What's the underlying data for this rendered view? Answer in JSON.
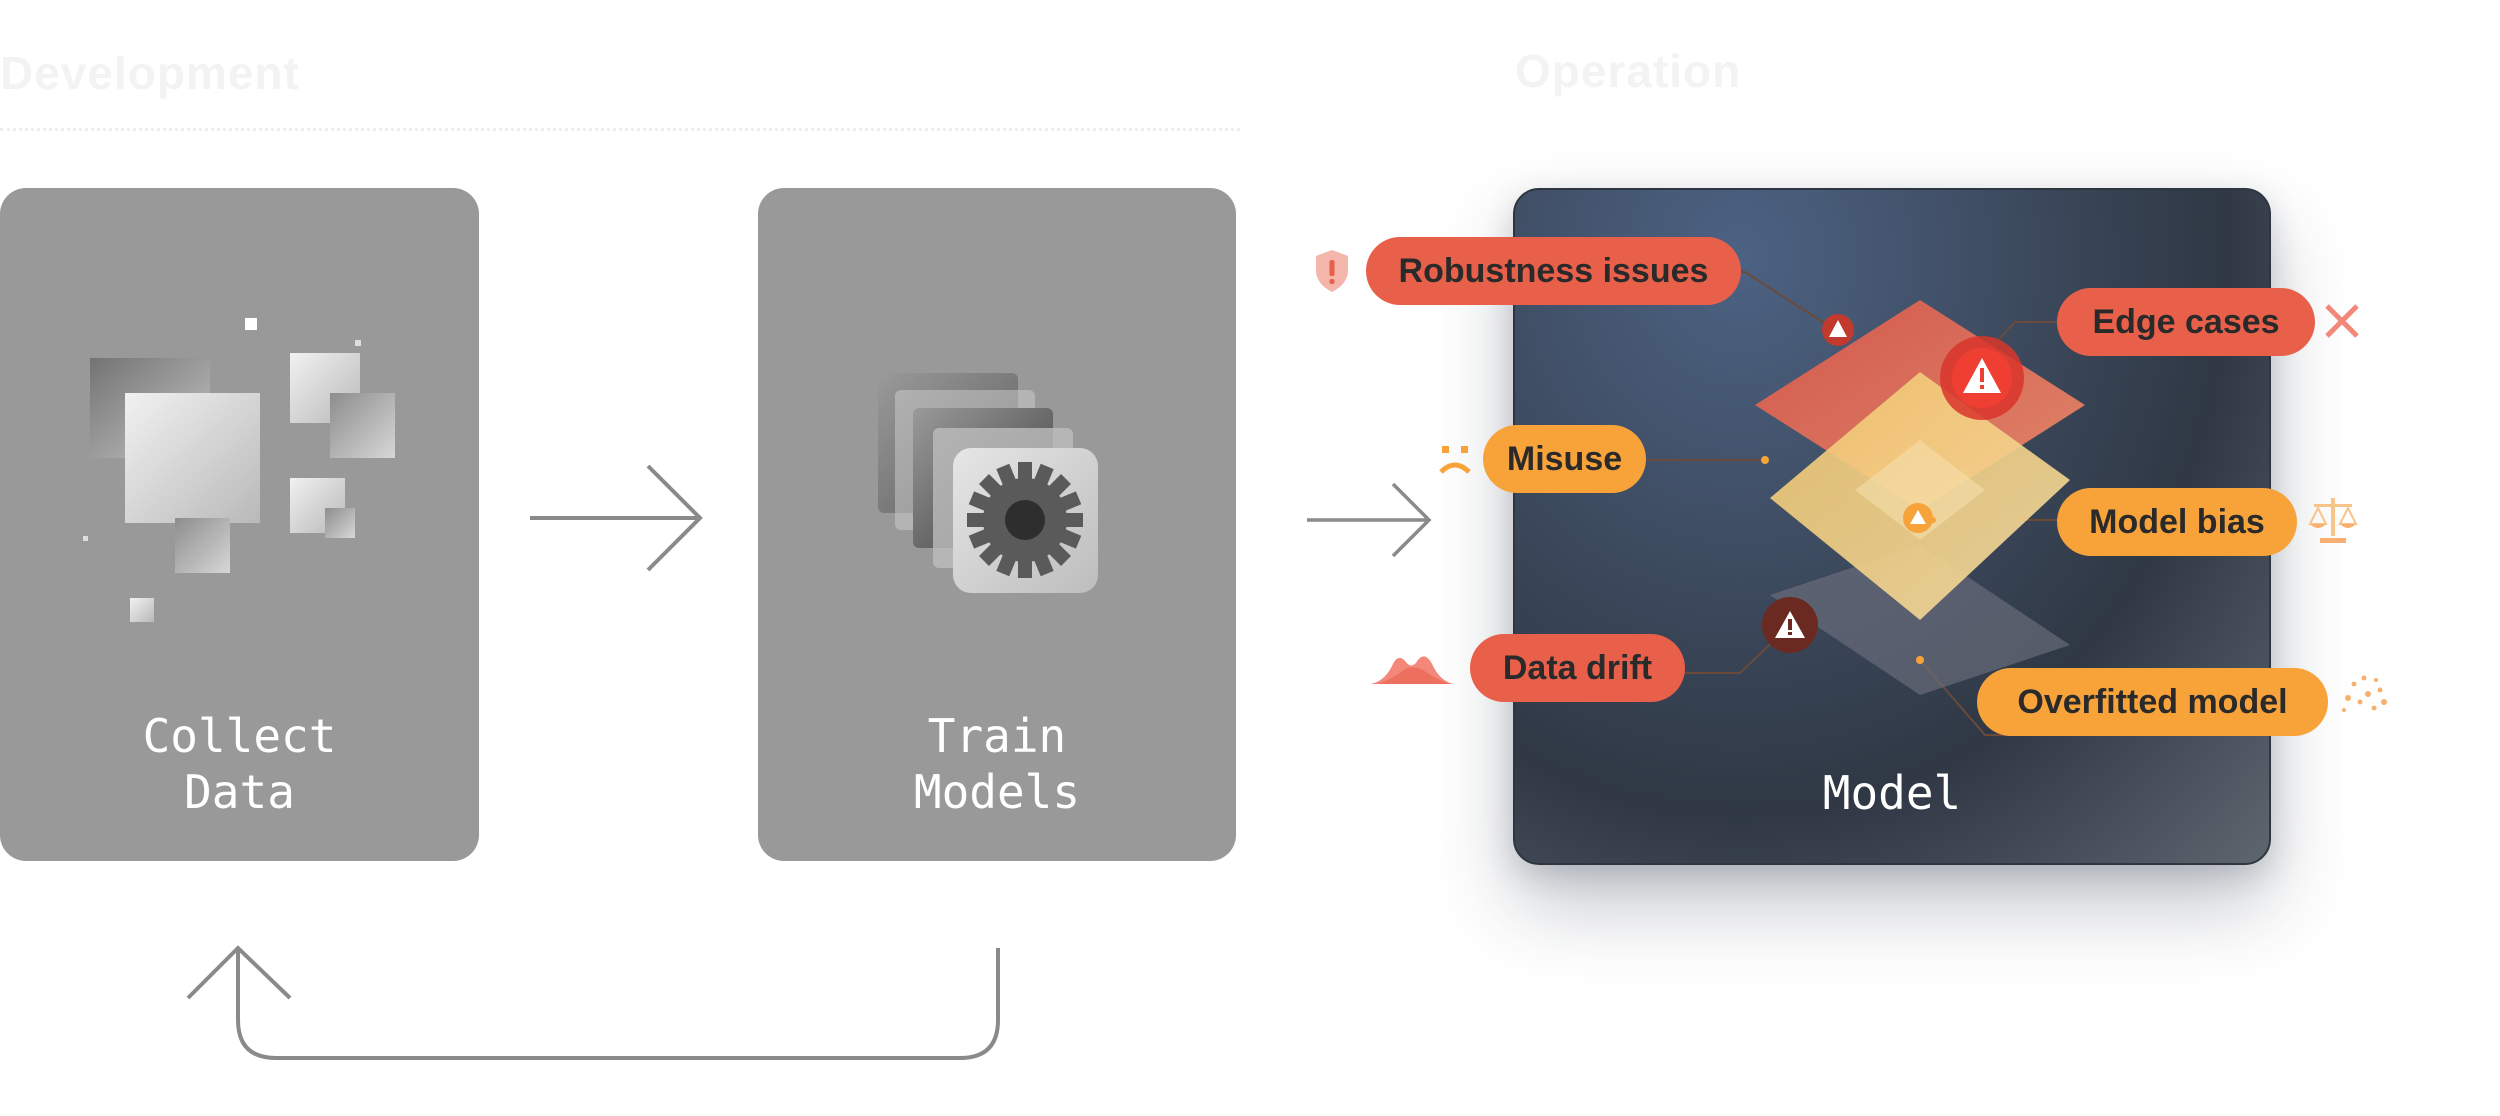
{
  "stages": {
    "development": "Development",
    "operation": "Operation"
  },
  "cards": {
    "collect": {
      "line1": "Collect",
      "line2": "Data"
    },
    "train": {
      "line1": "Train",
      "line2": "Models"
    },
    "model": {
      "label": "Model"
    }
  },
  "issues": {
    "robustness": "Robustness issues",
    "edge_cases": "Edge cases",
    "misuse": "Misuse",
    "model_bias": "Model bias",
    "data_drift": "Data drift",
    "overfitted": "Overfitted model"
  },
  "colors": {
    "card_gray": "#999999",
    "issue_red": "#e8604a",
    "issue_orange": "#f7a33a",
    "arrow_gray": "#8a8a8a",
    "model_dark": "#2f3844"
  },
  "icons": {
    "robustness": "shield-alert-icon",
    "edge_cases": "x-mark-icon",
    "misuse": "frown-face-icon",
    "model_bias": "scales-icon",
    "data_drift": "distribution-curve-icon",
    "overfitted": "scatter-dots-icon"
  }
}
